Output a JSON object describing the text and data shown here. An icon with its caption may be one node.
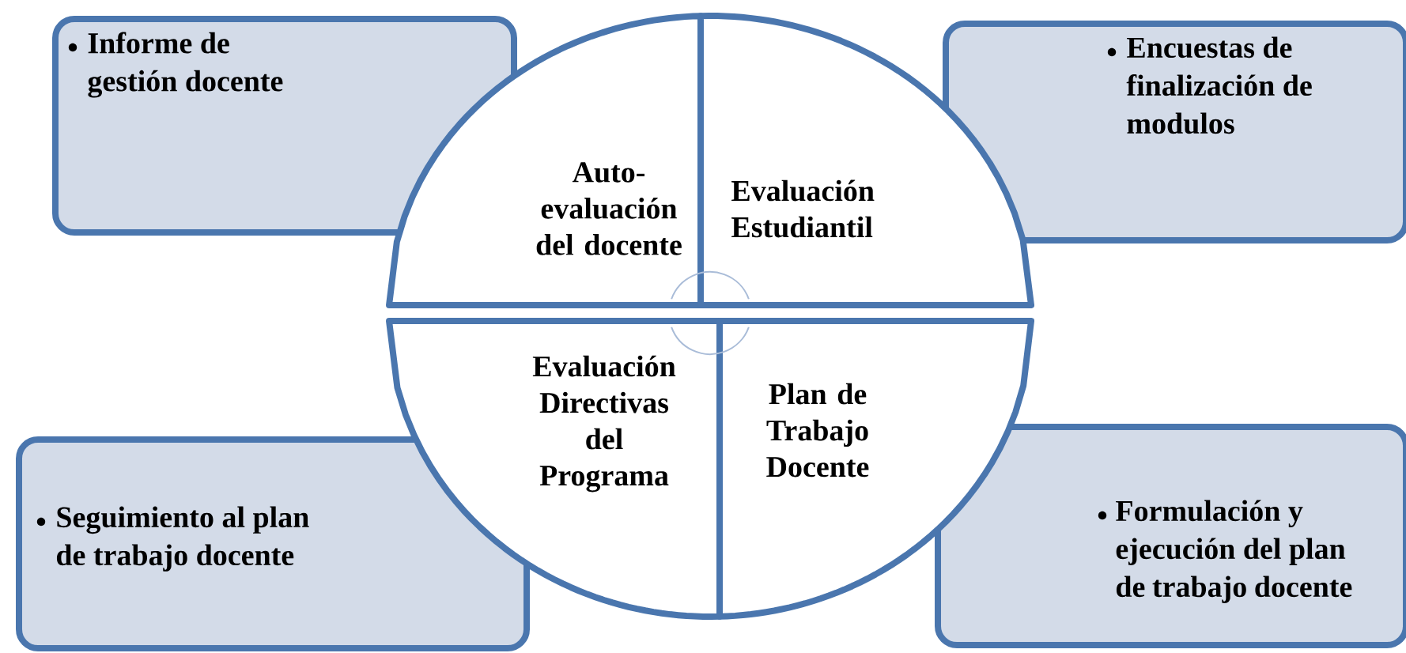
{
  "diagram": {
    "nodes": [
      {
        "text": [
          "Informe de gestión docente"
        ]
      },
      {
        "text": [
          "Encuestas de finalización de modulos"
        ]
      },
      {
        "text": [
          "Auto- evaluación del docente"
        ]
      },
      {
        "text": [
          "Evaluación Estudiantil"
        ]
      },
      {
        "text": [
          "Evaluación Directivas del Programa"
        ]
      },
      {
        "text": [
          "Plan de Trabajo Docente"
        ]
      },
      {
        "text": [
          "Seguimiento al plan de trabajo docente"
        ]
      },
      {
        "text": [
          "Formulación y ejecución del plan de trabajo docente"
        ]
      }
    ]
  }
}
